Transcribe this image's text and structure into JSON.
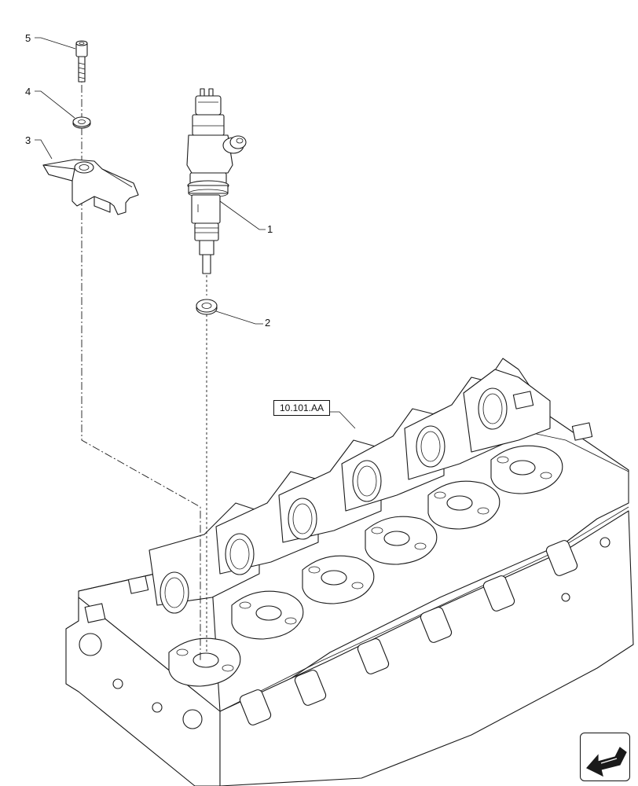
{
  "callouts": [
    {
      "number": "1",
      "part": "injector"
    },
    {
      "number": "2",
      "part": "sealing-washer"
    },
    {
      "number": "3",
      "part": "clamp-bracket"
    },
    {
      "number": "4",
      "part": "washer"
    },
    {
      "number": "5",
      "part": "screw"
    }
  ],
  "reference": {
    "label": "10.101.AA",
    "part": "cylinder-head"
  },
  "nav": {
    "icon": "arrow-icon"
  }
}
